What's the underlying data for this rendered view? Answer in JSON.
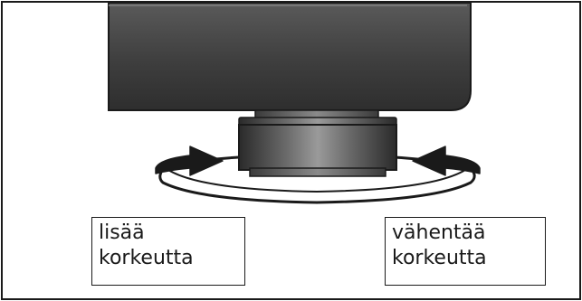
{
  "diagram": {
    "colors": {
      "frame": "#1a1a1a",
      "appliance_dark": "#3c3c3c",
      "appliance_light": "#8a8a8a",
      "arrow_fill": "#1a1a1a",
      "background": "#ffffff"
    },
    "labels": {
      "increase": {
        "line1": "lisää",
        "line2": "korkeutta"
      },
      "decrease": {
        "line1": "vähentää",
        "line2": "korkeutta"
      }
    }
  }
}
